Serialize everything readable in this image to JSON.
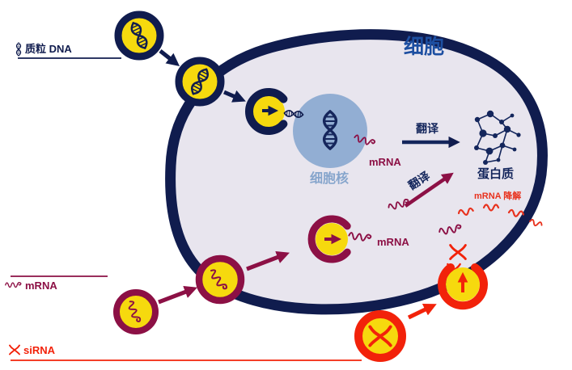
{
  "labels": {
    "plasmid_dna": "质粒 DNA",
    "mrna_left": "mRNA",
    "sirna_left": "siRNA",
    "cell": "细胞",
    "nucleus": "细胞核",
    "mrna_from_nucleus": "mRNA",
    "translation_top": "翻译",
    "translation_diagonal": "翻译",
    "protein": "蛋白质",
    "mrna_degradation": "mRNA 降解",
    "mrna_cytoplasm": "mRNA"
  },
  "colors": {
    "navy": "#101c4e",
    "cell_label_blue": "#1d4fa1",
    "cell_fill": "#e8e5ee",
    "nucleus_fill": "#92aed3",
    "nucleus_label": "#86a5cc",
    "maroon": "#8c1045",
    "red": "#f2220a",
    "degradation_red": "#e8321e",
    "yellow": "#f6d90e"
  },
  "icons": [
    "dna-helix-icon",
    "mrna-strand-icon",
    "sirna-duplex-icon",
    "protein-molecule-icon",
    "lipid-nanoparticle-icon",
    "arrow-icon"
  ]
}
